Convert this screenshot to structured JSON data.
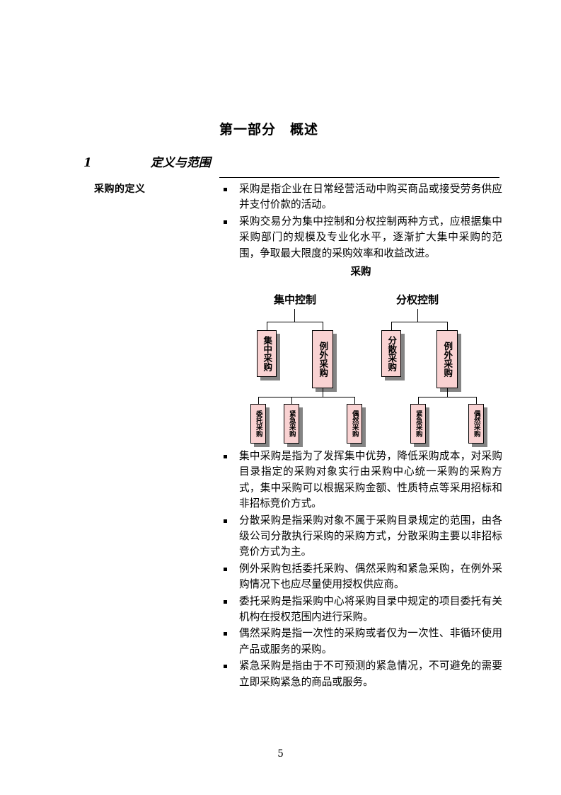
{
  "document": {
    "part_title": "第一部分　概述",
    "section_number": "1",
    "section_title": "定义与范围",
    "sub_heading": "采购的定义",
    "page_number": "5"
  },
  "bullets_top": [
    "采购是指企业在日常经营活动中购买商品或接受劳务供应并支付价款的活动。",
    "采购交易分为集中控制和分权控制两种方式，应根据集中采购部门的规模及专业化水平，逐渐扩大集中采购的范围，争取最大限度的采购效率和收益改进。"
  ],
  "bullets_bottom": [
    "集中采购是指为了发挥集中优势，降低采购成本，对采购目录指定的采购对象实行由采购中心统一采购的采购方式，集中采购可以根据采购金额、性质特点等采用招标和非招标竞价方式。",
    "分散采购是指采购对象不属于采购目录规定的范围，由各级公司分散执行采购的采购方式，分散采购主要以非招标竞价方式为主。",
    "例外采购包括委托采购、偶然采购和紧急采购，在例外采购情况下也应尽量使用授权供应商。",
    "委托采购是指采购中心将采购目录中规定的项目委托有关机构在授权范围内进行采购。",
    "偶然采购是指一次性的采购或者仅为一次性、非循环使用产品或服务的采购。",
    "紧急采购是指由于不可预测的紧急情况，不可避免的需要立即采购紧急的商品或服务。"
  ],
  "diagram": {
    "title": "采购",
    "colors": {
      "node_fill": "#f9d2d2",
      "node_border": "#000000",
      "node_shadow": "#848484"
    },
    "branch_left_label": "集中控制",
    "branch_right_label": "分权控制",
    "left_nodes": {
      "a": "集中采购",
      "b": "例外采购",
      "b_children": [
        "委托采购",
        "紧急采购",
        "偶然采购"
      ]
    },
    "right_nodes": {
      "a": "分散采购",
      "b": "例外采购",
      "b_children": [
        "紧急采购",
        "偶然采购"
      ]
    }
  }
}
